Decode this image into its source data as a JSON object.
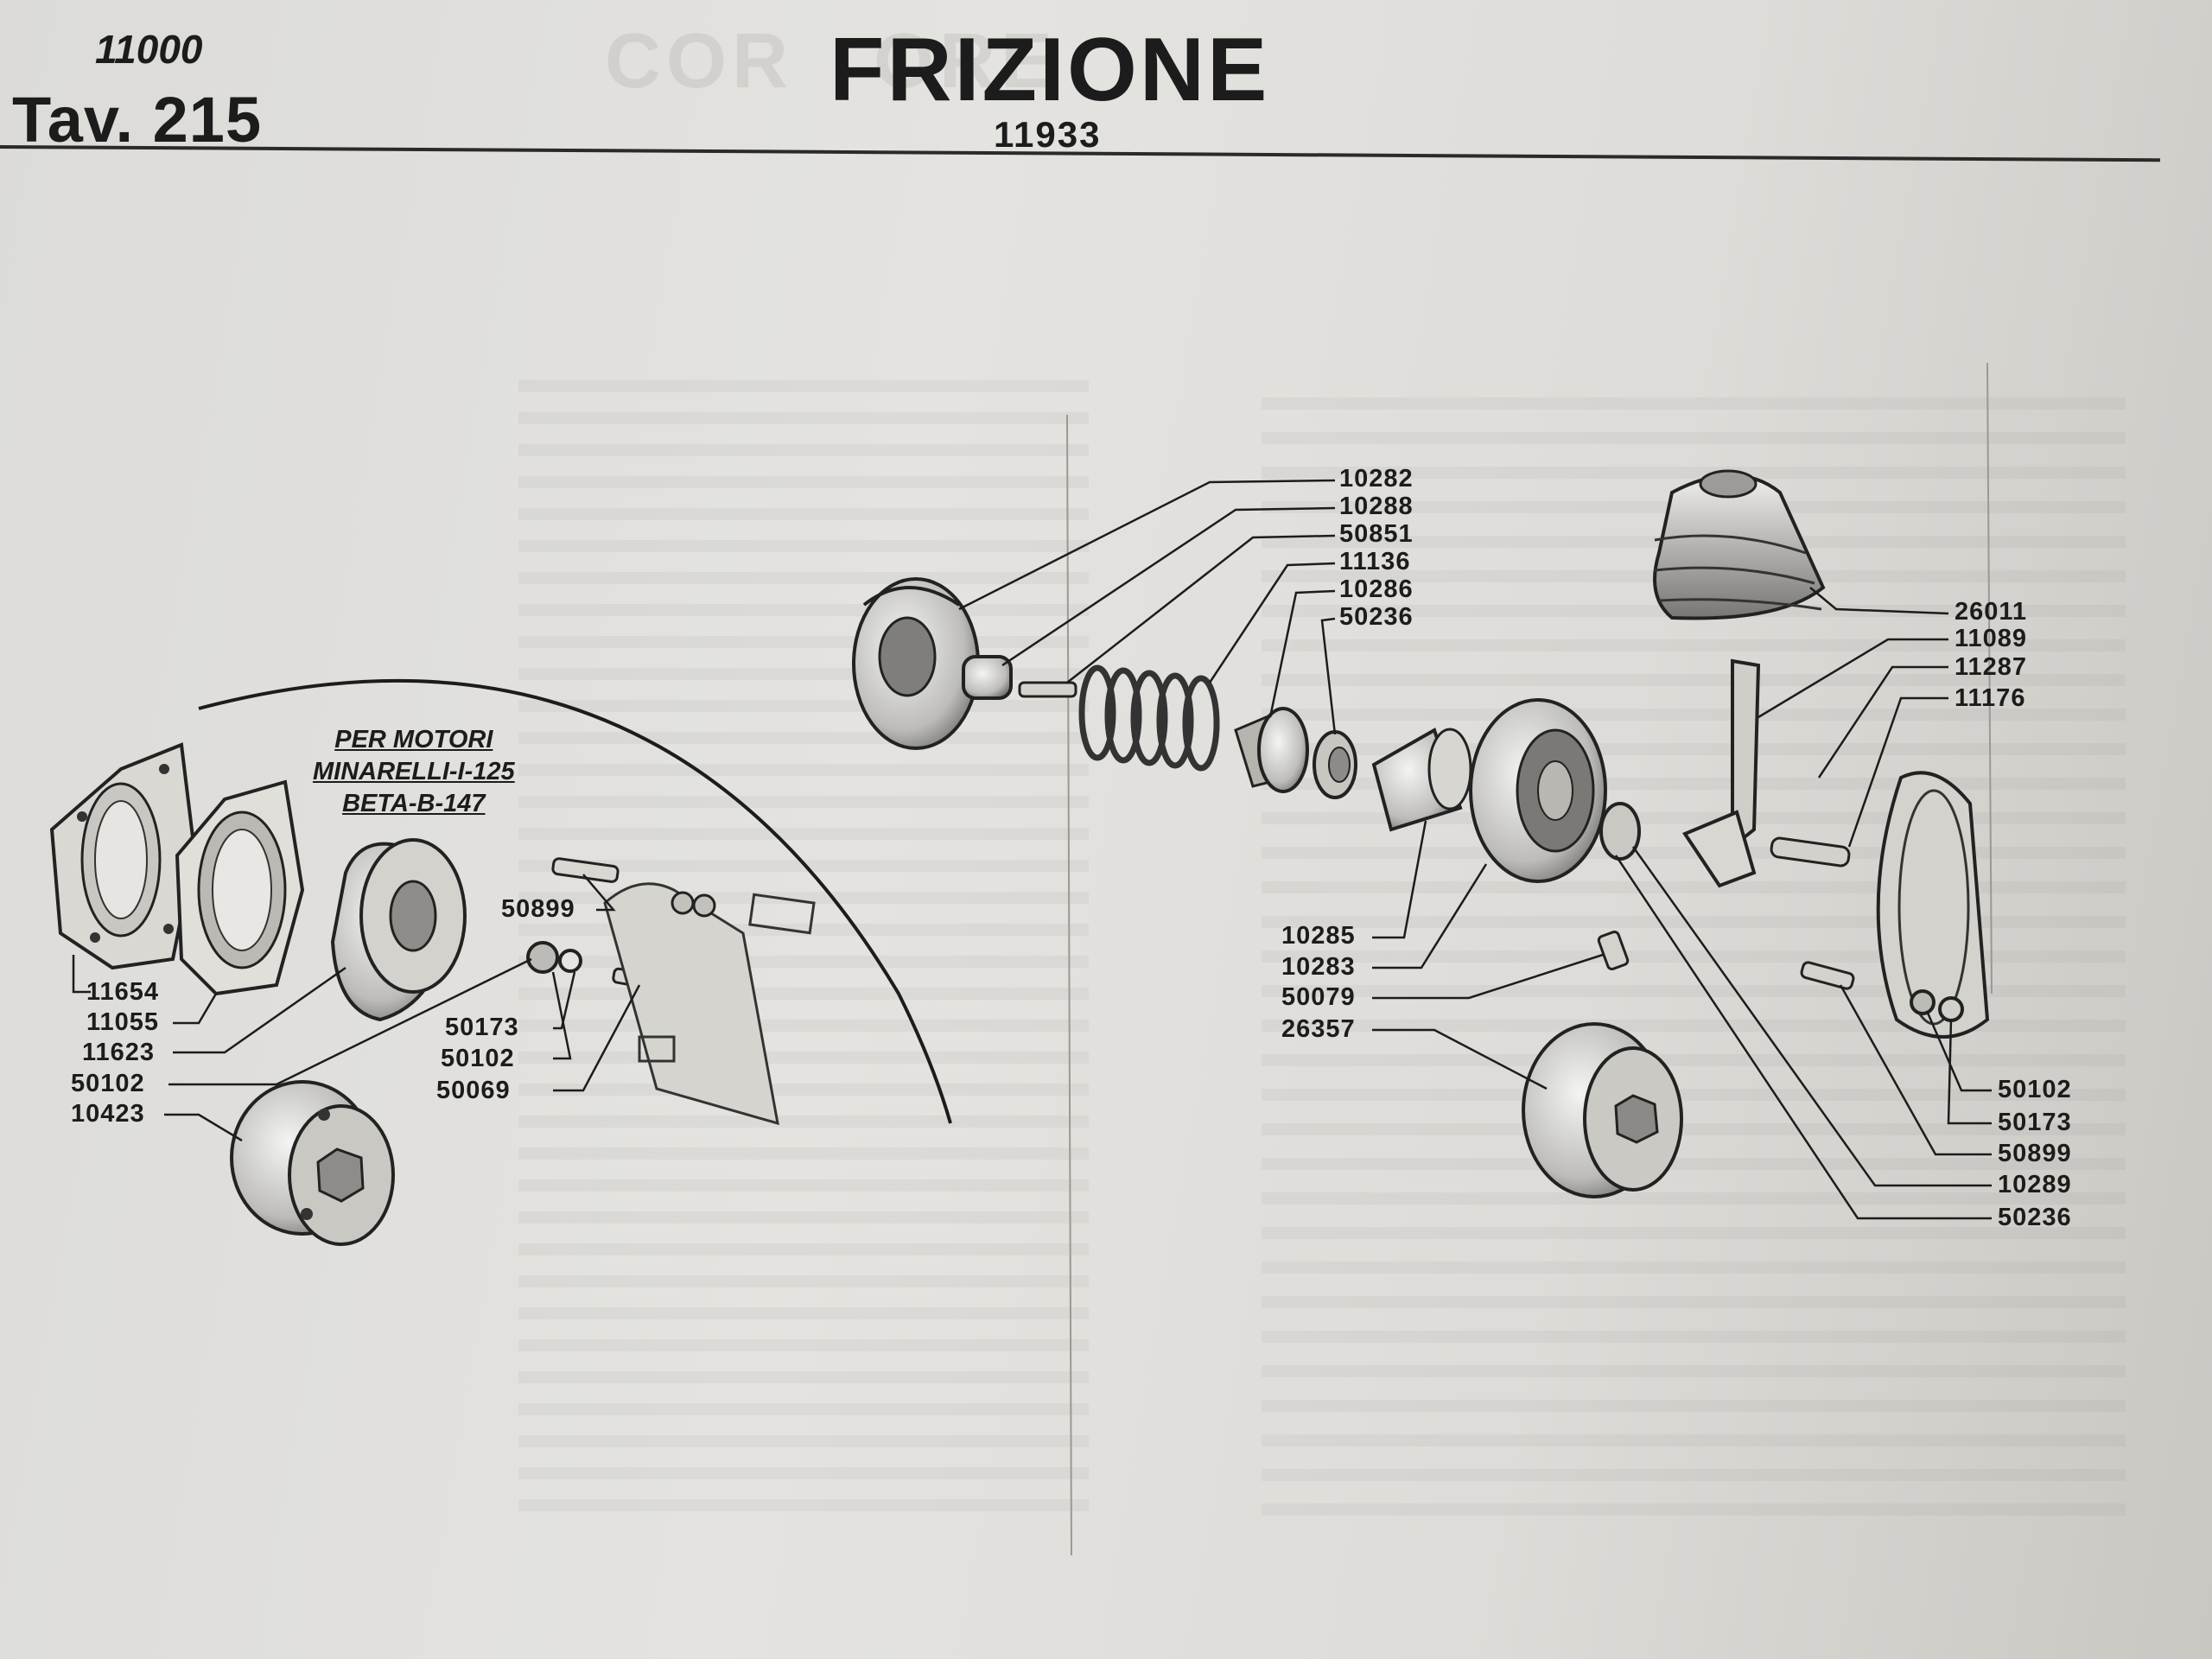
{
  "header": {
    "code": "11000",
    "plate": "Tav. 215",
    "title": "FRIZIONE",
    "subtitle": "11933"
  },
  "note": {
    "lines": [
      "PER MOTORI",
      "MINARELLI-I-125",
      "BETA-B-147"
    ]
  },
  "callouts": {
    "top_group": [
      "10282",
      "10288",
      "50851",
      "11136",
      "10286",
      "50236"
    ],
    "right_top": [
      "26011",
      "11089",
      "11287",
      "11176"
    ],
    "center_group": [
      "10285",
      "10283",
      "50079",
      "26357"
    ],
    "left_group": [
      "11654",
      "11055",
      "11623",
      "50102",
      "10423"
    ],
    "left_small": [
      "50899",
      "50173",
      "50102",
      "50069"
    ],
    "right_bottom": [
      "50102",
      "50173",
      "50899",
      "10289",
      "50236"
    ]
  },
  "colors": {
    "paper": "#e2e1dd",
    "ink": "#1c1c1c"
  }
}
